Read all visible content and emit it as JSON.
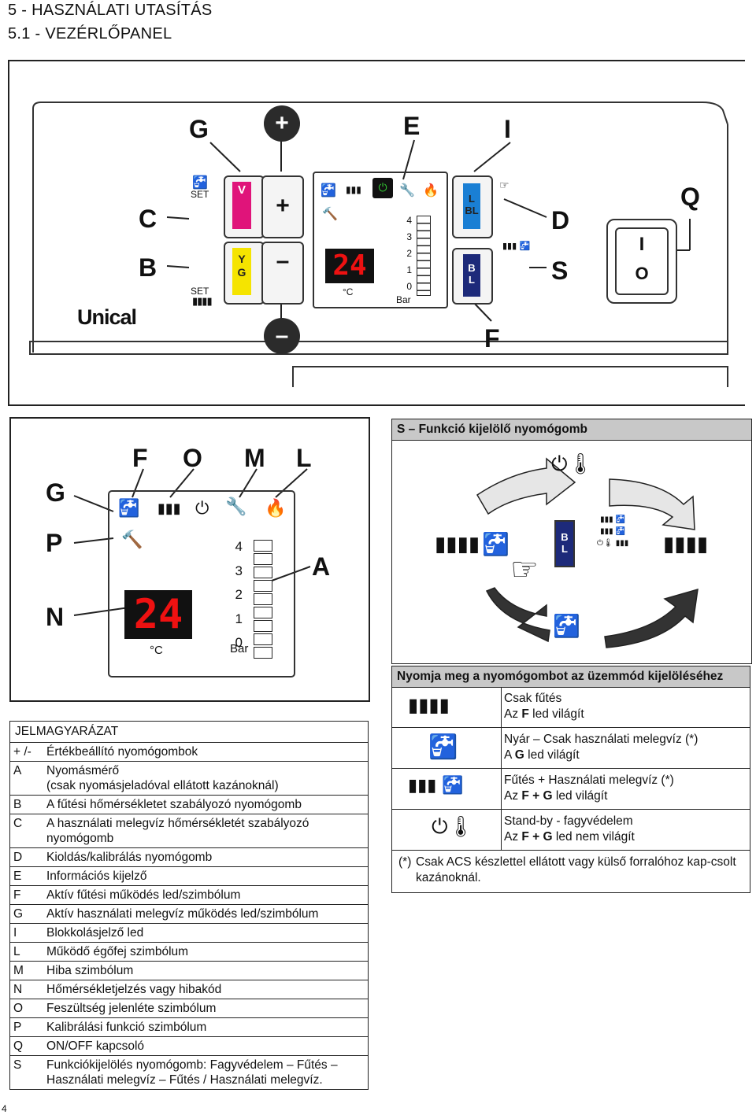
{
  "header": {
    "section": "5  - HASZNÁLATI UTASÍTÁS",
    "subsection": "5.1  - VEZÉRLŐPANEL"
  },
  "panel": {
    "labels": {
      "G": "G",
      "plus": "+",
      "E": "E",
      "I": "I",
      "C": "C",
      "B": "B",
      "D": "D",
      "S": "S",
      "Q": "Q",
      "minus": "–",
      "F": "F"
    },
    "set1": "SET",
    "set2": "SET",
    "led_v": "V",
    "led_yg": "Y\nG",
    "led_lbl": "L\nBL",
    "led_bl": "B\nL",
    "display": "24",
    "unit_c": "°C",
    "unit_bar": "Bar",
    "bar_scale": [
      "4",
      "3",
      "2",
      "1",
      "0"
    ],
    "brand": "Unical",
    "switch_on": "I",
    "switch_off": "O"
  },
  "zoom": {
    "labels": {
      "F": "F",
      "O": "O",
      "M": "M",
      "L": "L",
      "G": "G",
      "P": "P",
      "N": "N",
      "A": "A"
    },
    "display": "24",
    "unit_c": "°C",
    "unit_bar": "Bar",
    "bar_scale": [
      "4",
      "3",
      "2",
      "1",
      "0"
    ]
  },
  "function_box": {
    "title": "S – Funkció kijelölő nyomógomb",
    "button_text": "B\nL"
  },
  "modes": {
    "title": "Nyomja meg a nyomógombot az üzemmód kijelöléséhez",
    "rows": [
      {
        "line1": "Csak fűtés",
        "line2_pre": "Az ",
        "line2_bold": "F",
        "line2_post": " led világít"
      },
      {
        "line1": "Nyár – Csak használati melegvíz (*)",
        "line2_pre": "A ",
        "line2_bold": "G",
        "line2_post": " led világít"
      },
      {
        "line1": "Fűtés + Használati melegvíz (*)",
        "line2_pre": "Az ",
        "line2_bold": "F + G",
        "line2_post": " led világít"
      },
      {
        "line1": "Stand-by - fagyvédelem",
        "line2_pre": "Az ",
        "line2_bold": "F + G",
        "line2_post": " led nem világít"
      }
    ],
    "note_mark": "(*)",
    "note": "Csak ACS készlettel ellátott vagy külső forralóhoz kap-csolt kazánoknál."
  },
  "legend": {
    "title": "JELMAGYARÁZAT",
    "rows": [
      {
        "k": "+ /-",
        "v": "Értékbeállító nyomógombok"
      },
      {
        "k": "A",
        "v": "Nyomásmérő\n(csak nyomásjeladóval ellátott kazánoknál)"
      },
      {
        "k": "B",
        "v": "A fűtési hőmérsékletet szabályozó nyomógomb"
      },
      {
        "k": "C",
        "v": "A használati melegvíz hőmérsékletét szabályozó\nnyomógomb"
      },
      {
        "k": "D",
        "v": "Kioldás/kalibrálás nyomógomb"
      },
      {
        "k": "E",
        "v": "Információs kijelző"
      },
      {
        "k": "F",
        "v": "Aktív fűtési működés led/szimbólum"
      },
      {
        "k": "G",
        "v": "Aktív használati melegvíz működés led/szimbólum"
      },
      {
        "k": "I",
        "v": "Blokkolásjelző led"
      },
      {
        "k": "L",
        "v": "Működő égőfej szimbólum"
      },
      {
        "k": "M",
        "v": "Hiba szimbólum"
      },
      {
        "k": "N",
        "v": "Hőmérsékletjelzés vagy hibakód"
      },
      {
        "k": "O",
        "v": "Feszültség jelenléte szimbólum"
      },
      {
        "k": "P",
        "v": "Kalibrálási funkció szimbólum"
      },
      {
        "k": "Q",
        "v": "ON/OFF kapcsoló"
      },
      {
        "k": "S",
        "v": "Funkciókijelölés nyomógomb: Fagyvédelem – Fűtés –\nHasználati melegvíz – Fűtés / Használati melegvíz."
      }
    ]
  },
  "page_number": "4",
  "colors": {
    "magenta": "#e0147a",
    "yellow": "#f5e400",
    "blue": "#1a7fd4",
    "navy": "#1d2a7a",
    "red": "#e11",
    "gray": "#c8c8c8"
  }
}
